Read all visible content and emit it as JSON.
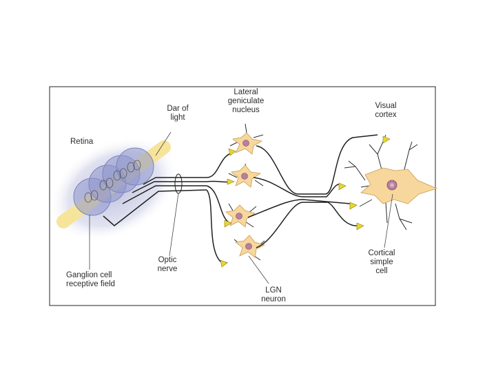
{
  "labels": {
    "bar_of_light": "Dar of\nlight",
    "lateral_geniculate_nucleus": "Lateral\ngeniculate\nnucleus",
    "visual_cortex": "Visual\ncortex",
    "retina": "Retina",
    "optic_nerve": "Optic\nnerve",
    "ganglion_cell_receptive_field": "Ganglion cell\nreceptive field",
    "lgn_neuron": "LGN\nneuron",
    "cortical_simple_cell": "Cortical\nsimple\ncell"
  },
  "colors": {
    "frame": "#222222",
    "retina_halo": "#c9cbe3",
    "receptive_field": "#8e95cc",
    "light_bar": "#f7e49b",
    "neuron_body": "#f7d79b",
    "nucleus": "#b77fa0",
    "axon": "#1e1e1e",
    "terminal": "#e8d62a"
  }
}
